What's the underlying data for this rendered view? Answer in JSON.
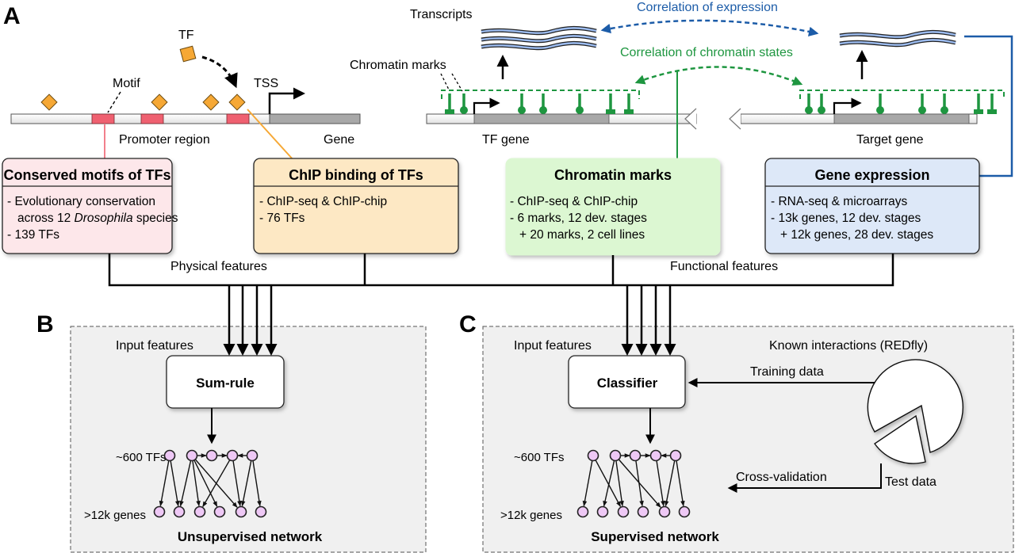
{
  "panels": {
    "a": "A",
    "b": "B",
    "c": "C"
  },
  "colors": {
    "motif_box": "#fde7ea",
    "chip_box": "#fde8c4",
    "chromatin_box": "#dcf7d2",
    "expression_box": "#dde8f8",
    "motif_red": "#ef6070",
    "tf_orange": "#f6a835",
    "chromatin_green": "#1e9640",
    "expression_blue": "#1c5ca8",
    "transcript_blue": "#9cbcf0",
    "node_fill": "#eec8f5",
    "panel_bg": "#f0f0f0"
  },
  "panel_a": {
    "tf_label": "TF",
    "motif_label": "Motif",
    "tss_label": "TSS",
    "promoter_label": "Promoter region",
    "gene_label": "Gene",
    "transcripts_label": "Transcripts",
    "chromatin_marks_label": "Chromatin marks",
    "tf_gene_label": "TF gene",
    "target_gene_label": "Target gene",
    "corr_expression": "Correlation of expression",
    "corr_chromatin": "Correlation of chromatin states",
    "physical_features": "Physical features",
    "functional_features": "Functional features",
    "boxes": [
      {
        "title": "Conserved motifs of TFs",
        "lines": [
          "- Evolutionary conservation",
          "across 12 ",
          "Drosophila",
          " species",
          "- 139 TFs"
        ]
      },
      {
        "title": "ChIP binding of TFs",
        "lines": [
          "- ChIP-seq & ChIP-chip",
          "- 76 TFs"
        ]
      },
      {
        "title": "Chromatin marks",
        "lines": [
          "- ChIP-seq & ChIP-chip",
          "- 6 marks, 12 dev. stages",
          "+ 20 marks, 2 cell lines"
        ]
      },
      {
        "title": "Gene expression",
        "lines": [
          "- RNA-seq & microarrays",
          "- 13k genes, 12 dev. stages",
          "+ 12k genes, 28 dev. stages"
        ]
      }
    ]
  },
  "panel_b": {
    "input_features": "Input features",
    "method": "Sum-rule",
    "tfs_label": "~600 TFs",
    "genes_label": ">12k genes",
    "network_label": "Unsupervised network"
  },
  "panel_c": {
    "input_features": "Input features",
    "method": "Classifier",
    "known_interactions": "Known interactions (REDfly)",
    "training_data": "Training data",
    "test_data": "Test data",
    "cross_validation": "Cross-validation",
    "tfs_label": "~600 TFs",
    "genes_label": ">12k genes",
    "network_label": "Supervised network"
  }
}
